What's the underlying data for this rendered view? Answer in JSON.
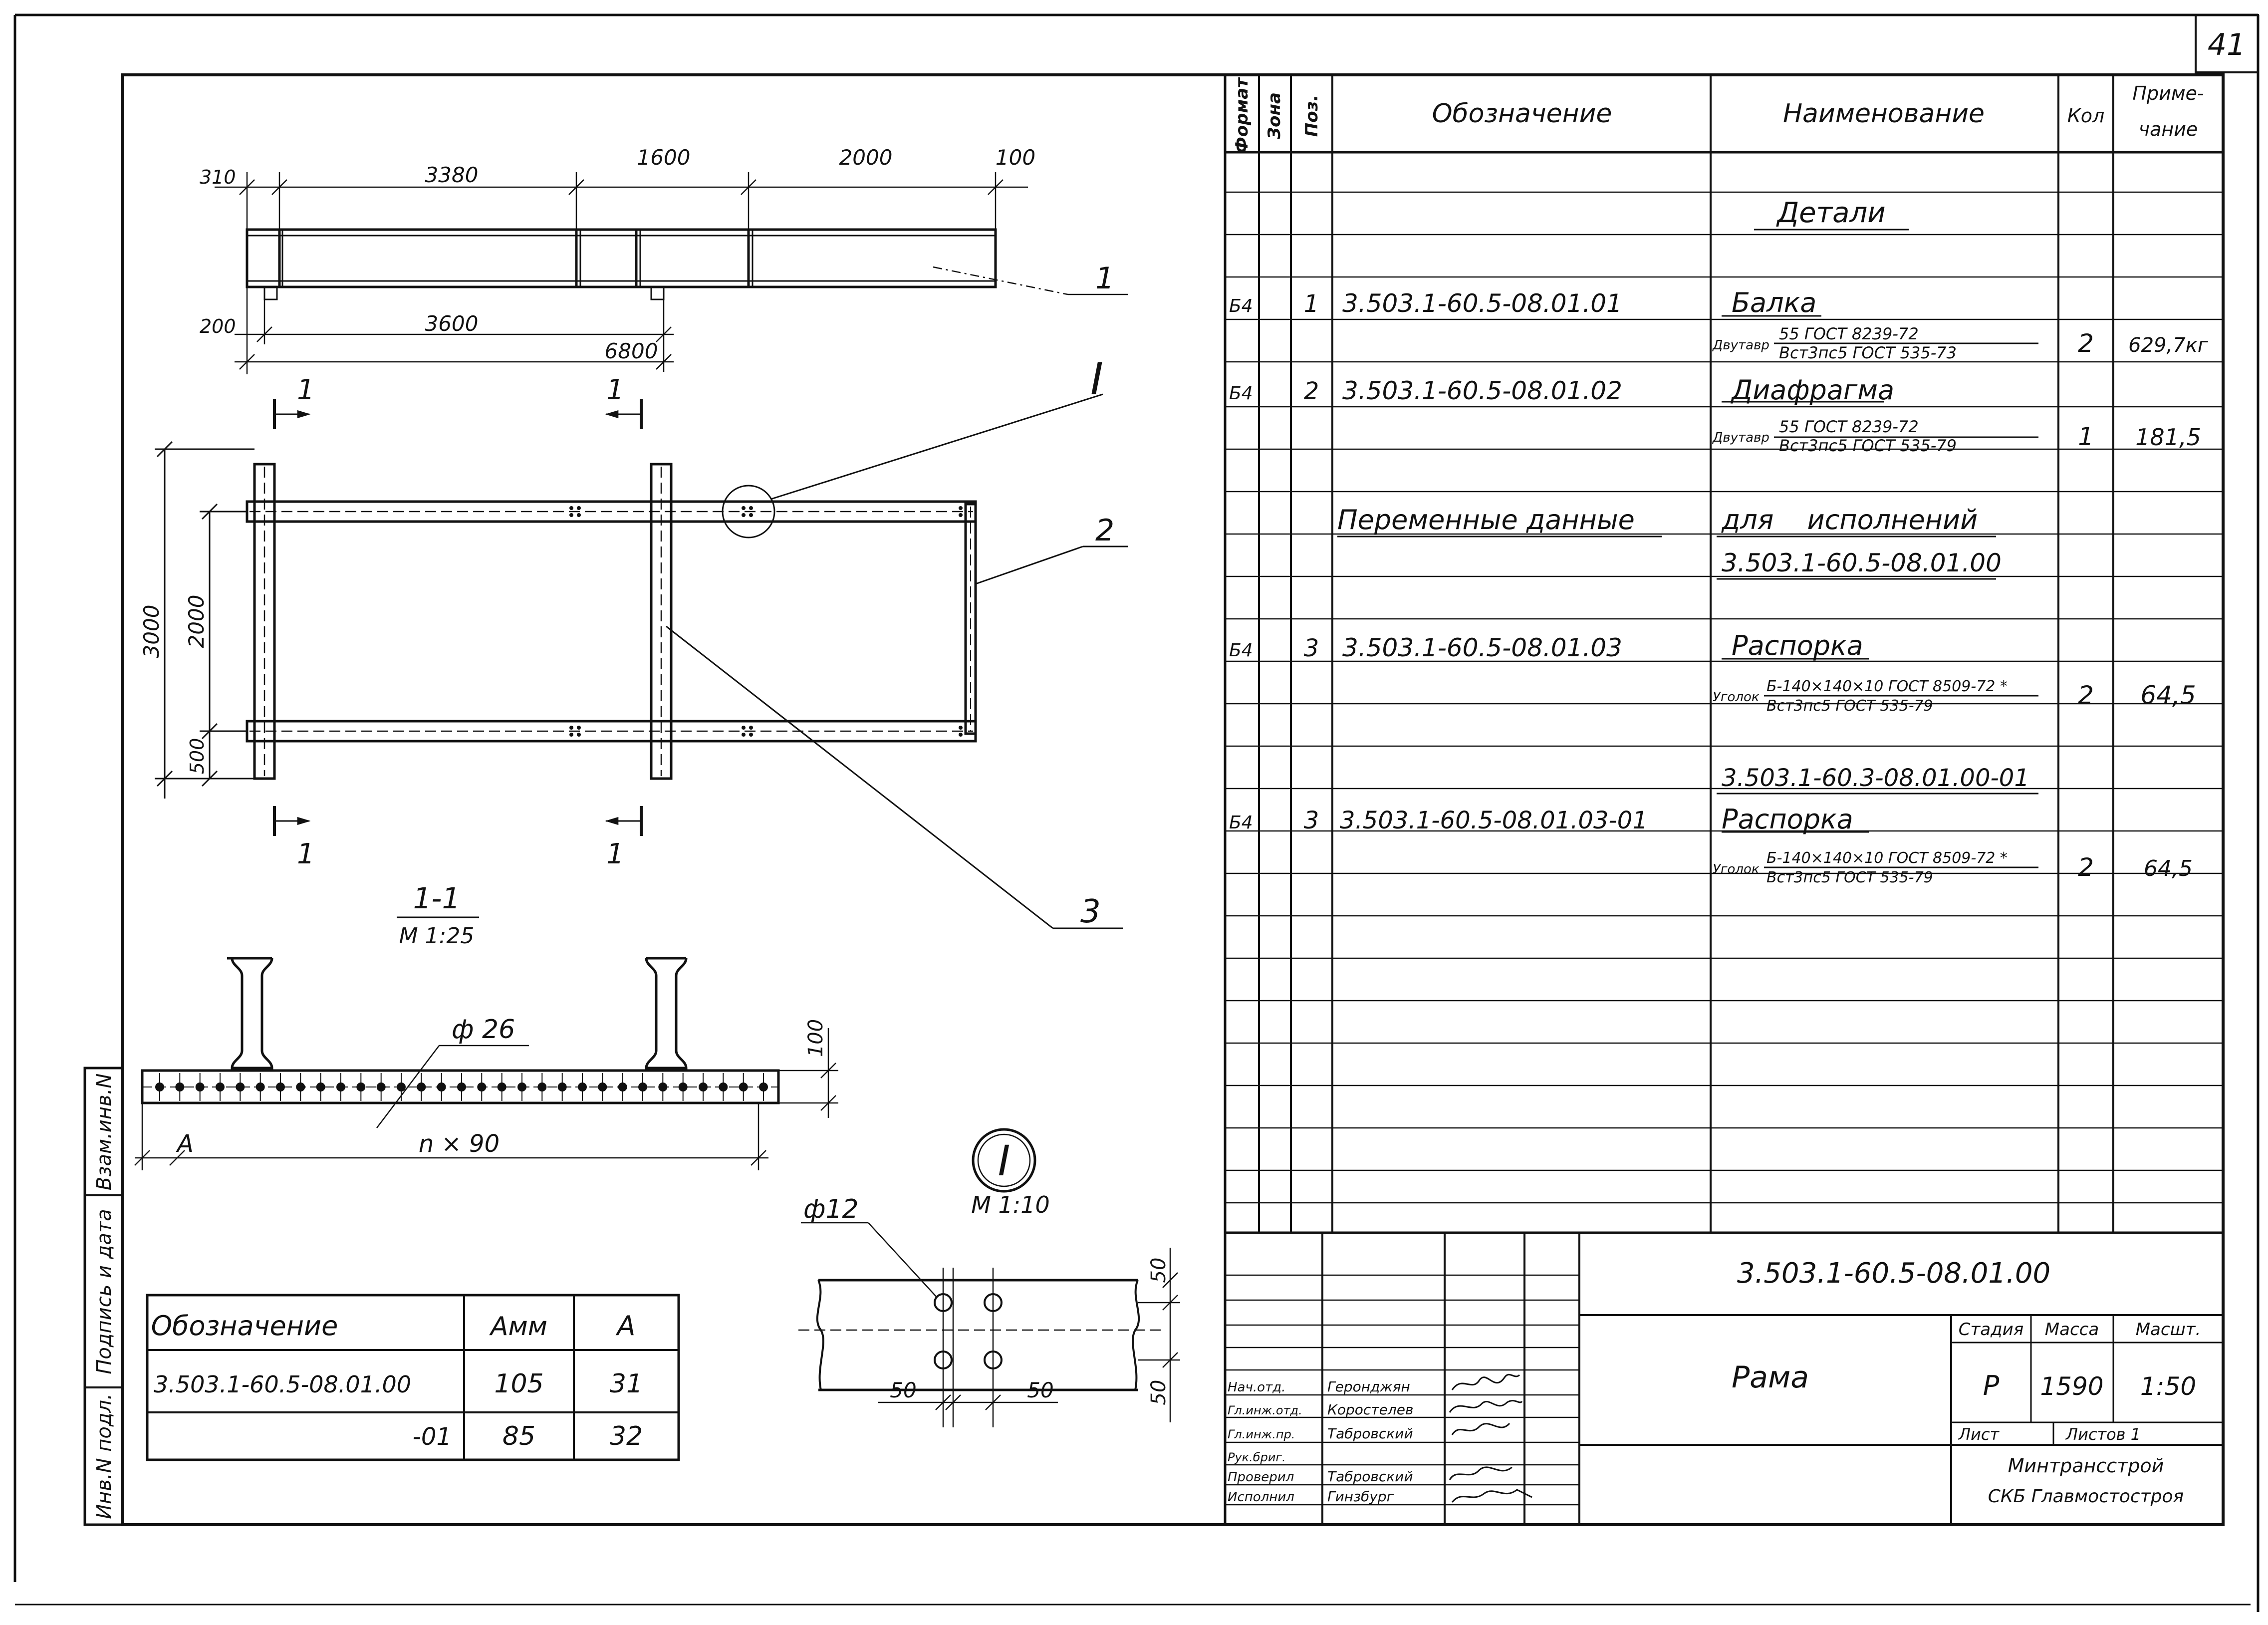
{
  "sheet_number": "41",
  "spec_table": {
    "headers": {
      "format": "Формат",
      "zone": "Зона",
      "pos": "Поз.",
      "designation": "Обозначение",
      "name": "Наименование",
      "qty": "Кол",
      "note_1": "Приме-",
      "note_2": "чание"
    },
    "section_details": "Детали",
    "item1": {
      "format": "Б4",
      "pos": "1",
      "designation": "3.503.1-60.5-08.01.01",
      "name": "Балка",
      "material_prefix": "Двутавр",
      "material_top": "55 ГОСТ 8239-72",
      "material_bottom": "Вст3пс5 ГОСТ 535-73",
      "qty": "2",
      "note": "629,7кг"
    },
    "item2": {
      "format": "Б4",
      "pos": "2",
      "designation": "3.503.1-60.5-08.01.02",
      "name": "Диафрагма",
      "material_prefix": "Двутавр",
      "material_top": "55 ГОСТ 8239-72",
      "material_bottom": "Вст3пс5 ГОСТ 535-79",
      "qty": "1",
      "note": "181,5"
    },
    "variable_left": "Переменные данные",
    "variable_right": "для исполнений",
    "variant_00": "3.503.1-60.5-08.01.00",
    "item3": {
      "format": "Б4",
      "pos": "3",
      "designation": "3.503.1-60.5-08.01.03",
      "name": "Распорка",
      "material_prefix": "Уголок",
      "material_top": "Б-140×140×10 ГОСТ 8509-72 *",
      "material_bottom": "Вст3пс5 ГОСТ 535-79",
      "qty": "2",
      "note": "64,5"
    },
    "variant_01": "3.503.1-60.3-08.01.00-01",
    "item4": {
      "format": "Б4",
      "pos": "3",
      "designation": "3.503.1-60.5-08.01.03-01",
      "name": "Распорка",
      "material_prefix": "Уголок",
      "material_top": "Б-140×140×10 ГОСТ 8509-72 *",
      "material_bottom": "Вст3пс5 ГОСТ 535-79",
      "qty": "2",
      "note": "64,5"
    }
  },
  "title_block": {
    "doc_code": "3.503.1-60.5-08.01.00",
    "title": "Рама",
    "stage_label": "Стадия",
    "stage": "Р",
    "mass_label": "Масса",
    "mass": "1590",
    "scale_label": "Масшт.",
    "scale": "1:50",
    "sheet_label": "Лист",
    "sheets_label": "Листов 1",
    "org1": "Минтрансстрой",
    "org2": "СКБ Главмостостроя",
    "roles": [
      {
        "role": "Нач.отд.",
        "name": "Геронджян"
      },
      {
        "role": "Гл.инж.отд.",
        "name": "Коростелев"
      },
      {
        "role": "Гл.инж.пр.",
        "name": "Табровский"
      },
      {
        "role": "Рук.бриг.",
        "name": ""
      },
      {
        "role": "Проверил",
        "name": "Табровский"
      },
      {
        "role": "Исполнил",
        "name": "Гинзбург"
      }
    ]
  },
  "side_stamp": {
    "inv_orig": "Инв.N подл.",
    "sign_date": "Подпись и дата",
    "inv_swap": "Взам.инв.N"
  },
  "variant_table": {
    "h1": "Обозначение",
    "h2": "Амм",
    "h3": "А",
    "rows": [
      {
        "designation": "3.503.1-60.5-08.01.00",
        "amm": "105",
        "a": "31"
      },
      {
        "designation": "-01",
        "amm": "85",
        "a": "32"
      }
    ]
  },
  "top_view": {
    "dim_310": "310",
    "dim_3380": "3380",
    "dim_1600": "1600",
    "dim_2000": "2000",
    "dim_100": "100",
    "dim_200": "200",
    "dim_3600": "3600",
    "dim_6800": "6800",
    "leader_1": "1"
  },
  "plan_view": {
    "cut_mark": "1",
    "detail_mark": "I",
    "leader_2": "2",
    "leader_3": "3",
    "dim_3000": "3000",
    "dim_2000": "2000",
    "dim_500": "500"
  },
  "section_view": {
    "title": "1-1",
    "scale": "М 1:25",
    "dia": "ф 26",
    "dim_100": "100",
    "dim_a": "А",
    "dim_n90": "n × 90"
  },
  "detail_view": {
    "mark": "I",
    "scale": "М 1:10",
    "dia": "ф12",
    "dim_50_left": "50",
    "dim_50_right": "50",
    "dim_50_top": "50",
    "dim_50_bottom": "50"
  }
}
